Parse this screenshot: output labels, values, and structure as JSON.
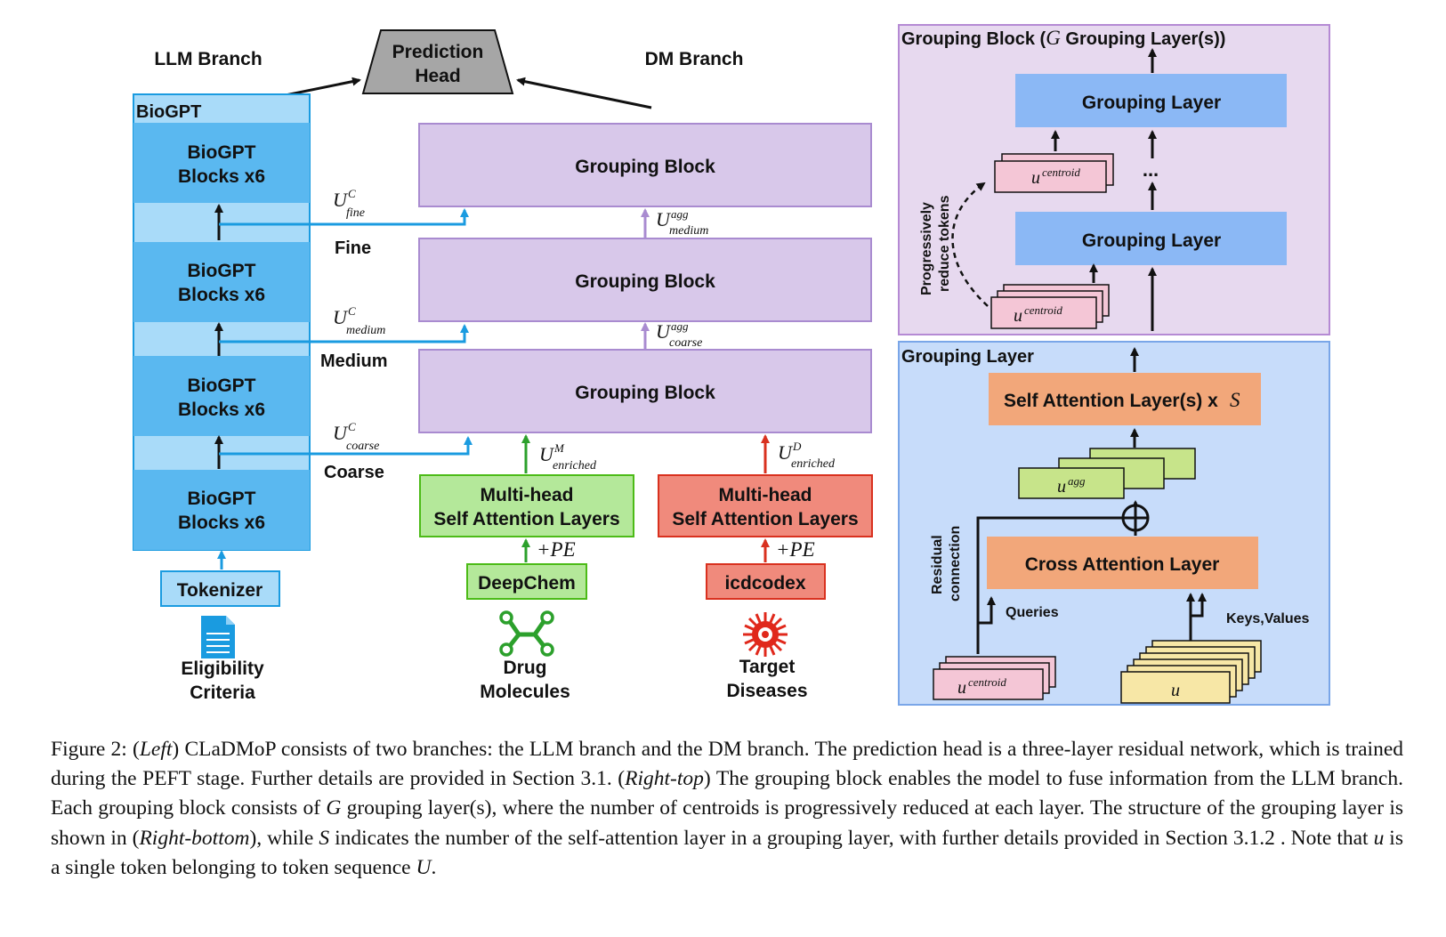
{
  "left": {
    "llm_branch_title": "LLM Branch",
    "dm_branch_title": "DM Branch",
    "prediction_head_line1": "Prediction",
    "prediction_head_line2": "Head",
    "biogpt_label": "BioGPT",
    "biogpt_block_line1": "BioGPT",
    "biogpt_block_line2": "Blocks x6",
    "tokenizer": "Tokenizer",
    "eligibility_line1": "Eligibility",
    "eligibility_line2": "Criteria",
    "scale_fine": "Fine",
    "scale_medium": "Medium",
    "scale_coarse": "Coarse",
    "u_symbol": "U",
    "sup_c": "C",
    "sub_fine": "fine",
    "sub_medium": "medium",
    "sub_coarse": "coarse",
    "sup_agg": "agg",
    "sup_m": "M",
    "sup_d": "D",
    "sub_enriched": "enriched",
    "grouping_block": "Grouping Block",
    "mhsa_line1": "Multi-head",
    "mhsa_line2": "Self Attention Layers",
    "pe": "+PE",
    "deepchem": "DeepChem",
    "icdcodex": "icdcodex",
    "drug_line1": "Drug",
    "drug_line2": "Molecules",
    "target_line1": "Target",
    "target_line2": "Diseases"
  },
  "right_top": {
    "title_prefix": "Grouping Block (",
    "title_g": "G",
    "title_suffix": " Grouping Layer(s))",
    "grouping_layer": "Grouping Layer",
    "centroid_u": "u",
    "centroid_sup": "centroid",
    "ellipsis": "...",
    "reduce_line1": "Progressively",
    "reduce_line2": "reduce tokens"
  },
  "right_bottom": {
    "title": "Grouping Layer",
    "self_attention_prefix": "Self Attention Layer(s) x",
    "self_attention_s": "S",
    "agg_u": "u",
    "agg_sup": "agg",
    "cross_attention": "Cross Attention Layer",
    "residual_line1": "Residual",
    "residual_line2": "connection",
    "queries": "Queries",
    "keys_values": "Keys,Values",
    "centroid_u": "u",
    "centroid_sup": "centroid",
    "token_u": "u"
  },
  "caption": {
    "figure": "Figure 2:",
    "p1": " (",
    "left_em": "Left",
    "p2": ") CLaDMoP consists of two branches: the LLM branch and the DM branch. The prediction head is a three-layer residual network, which is trained during the PEFT stage. Further details are provided in Section 3.1. (",
    "right_top_em": "Right-top",
    "p3": ") The grouping block enables the model to fuse information from the LLM branch. Each grouping block consists of ",
    "g": "G",
    "p4": " grouping layer(s), where the number of centroids is progressively reduced at each layer. The structure of the grouping layer is shown in (",
    "right_bottom_em": "Right-bottom",
    "p5": "), while ",
    "s": "S",
    "p6": " indicates the number of the self-attention layer in a grouping layer, with further details provided in Section 3.1.2 . Note that ",
    "u": "u",
    "p7": " is a single token belonging to token sequence ",
    "big_u": "U",
    "p8": "."
  },
  "colors": {
    "biogpt_blue": "#5ab8f0",
    "biogpt_light": "#a9dbf9",
    "purple_block": "#d8c8ea",
    "green": "#b4e89a",
    "red": "#f08a7c",
    "grouping_layer_blue": "#8bb8f5",
    "orange": "#f2a77a",
    "pink": "#f4c6d6",
    "yellow": "#f7e7a6"
  }
}
